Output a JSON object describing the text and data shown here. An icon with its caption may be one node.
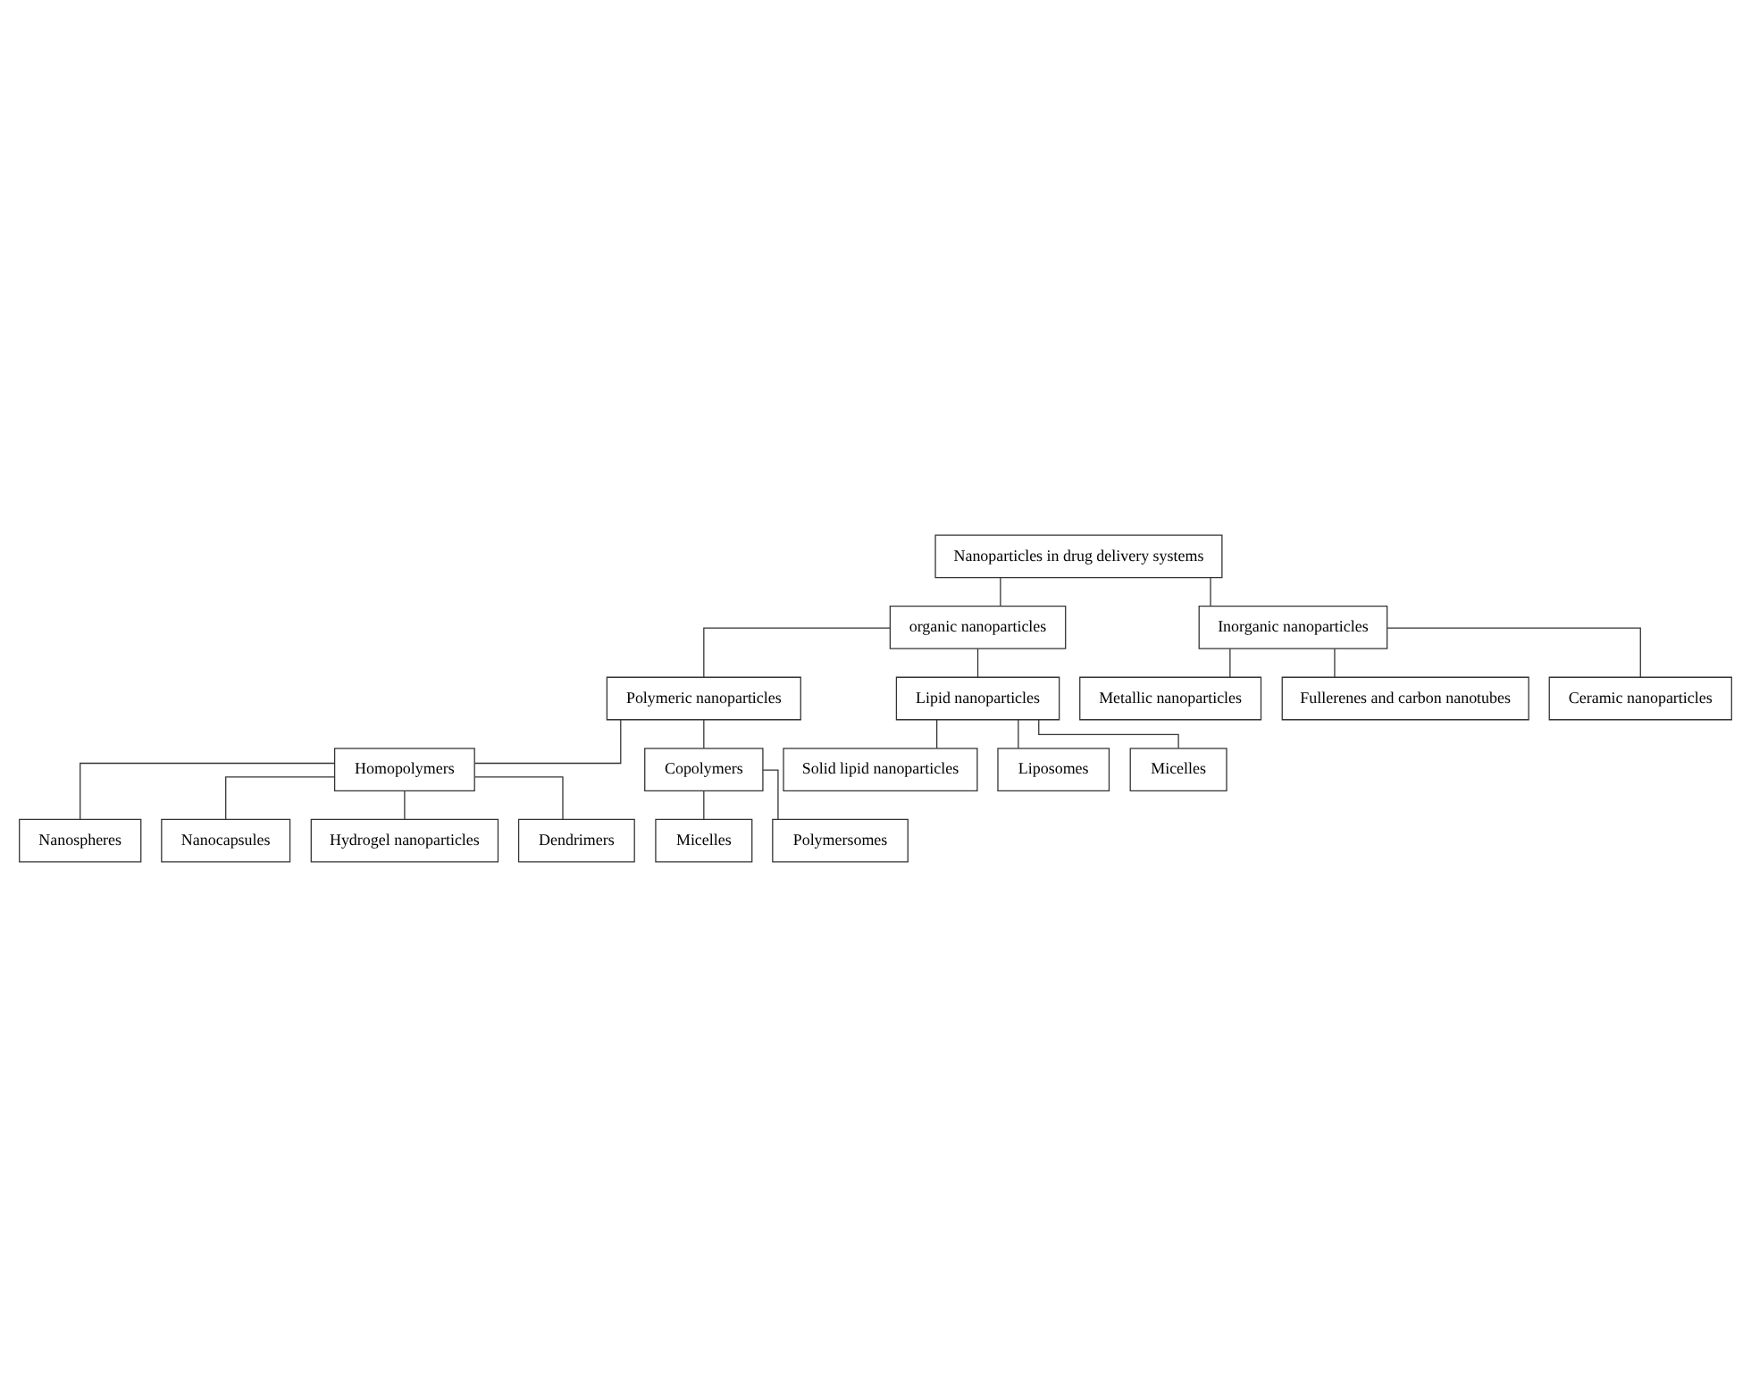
{
  "diagram": {
    "nodes": [
      {
        "text": [
          "Nanoparticles in drug delivery systems"
        ]
      },
      {
        "text": [
          "organic nanoparticles"
        ]
      },
      {
        "text": [
          "Inorganic nanoparticles"
        ]
      },
      {
        "text": [
          "Polymeric nanoparticles"
        ]
      },
      {
        "text": [
          "Lipid nanoparticles"
        ]
      },
      {
        "text": [
          "Homopolymers"
        ]
      },
      {
        "text": [
          "Copolymers"
        ]
      },
      {
        "text": [
          "Solid lipid nanoparticles"
        ]
      },
      {
        "text": [
          "Metallic nanoparticles"
        ]
      },
      {
        "text": [
          "Fullerenes and carbon nanotubes"
        ]
      },
      {
        "text": [
          "Nanospheres"
        ]
      },
      {
        "text": [
          "Micelles"
        ]
      },
      {
        "text": [
          "Liposomes"
        ]
      },
      {
        "text": [
          "Ceramic nanoparticles"
        ]
      },
      {
        "text": [
          "Nanocapsules"
        ]
      },
      {
        "text": [
          "Polymersomes"
        ]
      },
      {
        "text": [
          "Micelles"
        ]
      },
      {
        "text": [
          "Hydrogel nanoparticles"
        ]
      },
      {
        "text": [
          "Dendrimers"
        ]
      }
    ],
    "edges": [
      {
        "from": 0,
        "to": 1,
        "arrow": "none"
      },
      {
        "from": 0,
        "to": 2,
        "arrow": "none"
      },
      {
        "from": 1,
        "to": 3,
        "arrow": "none"
      },
      {
        "from": 1,
        "to": 4,
        "arrow": "none"
      },
      {
        "from": 3,
        "to": 5,
        "arrow": "none"
      },
      {
        "from": 3,
        "to": 6,
        "arrow": "none"
      },
      {
        "from": 5,
        "to": 10,
        "arrow": "none"
      },
      {
        "from": 5,
        "to": 14,
        "arrow": "none"
      },
      {
        "from": 5,
        "to": 17,
        "arrow": "none"
      },
      {
        "from": 5,
        "to": 18,
        "arrow": "none"
      },
      {
        "from": 6,
        "to": 11,
        "arrow": "none"
      },
      {
        "from": 6,
        "to": 15,
        "arrow": "none"
      },
      {
        "from": 4,
        "to": 7,
        "arrow": "none"
      },
      {
        "from": 4,
        "to": 12,
        "arrow": "none"
      },
      {
        "from": 4,
        "to": 16,
        "arrow": "none"
      },
      {
        "from": 2,
        "to": 8,
        "arrow": "none"
      },
      {
        "from": 2,
        "to": 9,
        "arrow": "none"
      },
      {
        "from": 2,
        "to": 13,
        "arrow": "none"
      }
    ]
  }
}
